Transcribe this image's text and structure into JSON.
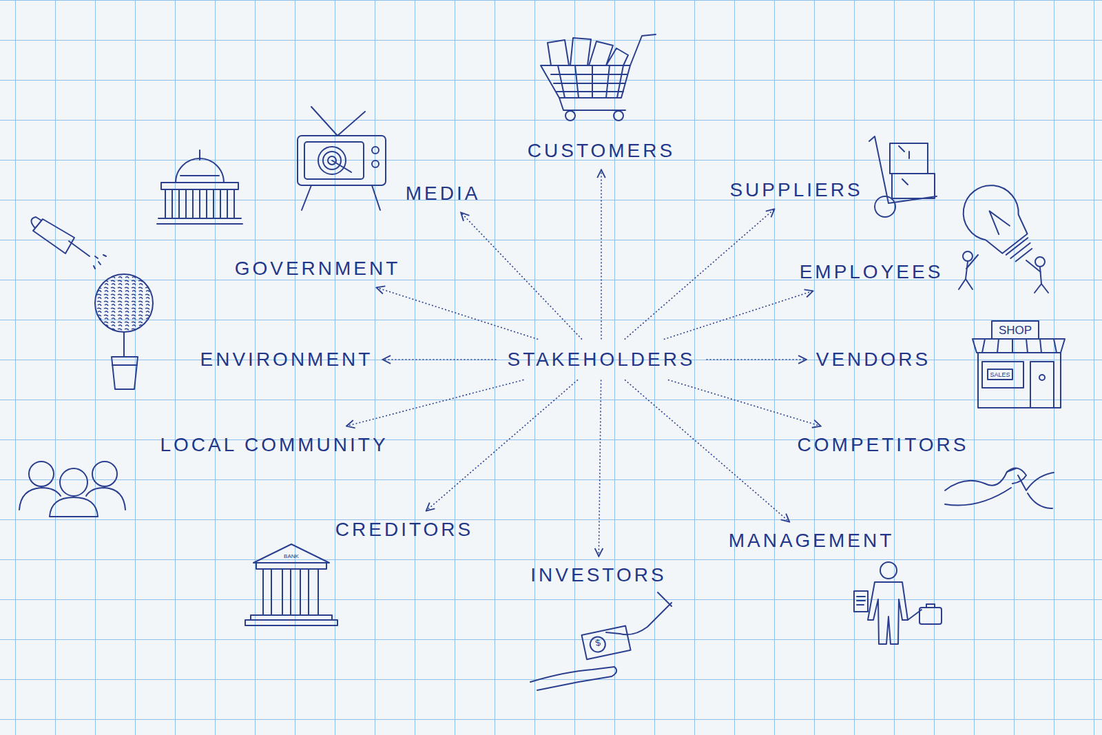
{
  "diagram": {
    "nodes": [
      {
        "text": [
          "CUSTOMERS"
        ]
      },
      {
        "text": [
          "MEDIA"
        ]
      },
      {
        "text": [
          "SUPPLIERS"
        ]
      },
      {
        "text": [
          "GOVERNMENT"
        ]
      },
      {
        "text": [
          "EMPLOYEES"
        ]
      },
      {
        "text": [
          "ENVIRONMENT"
        ]
      },
      {
        "text": [
          "STAKEHOLDERS"
        ]
      },
      {
        "text": [
          "VENDORS"
        ]
      },
      {
        "text": [
          "LOCAL COMMUNITY"
        ]
      },
      {
        "text": [
          "COMPETITORS"
        ]
      },
      {
        "text": [
          "CREDITORS"
        ]
      },
      {
        "text": [
          "MANAGEMENT"
        ]
      },
      {
        "text": [
          "INVESTORS"
        ]
      }
    ],
    "edges": [
      {
        "from": 6,
        "to": 0,
        "arrow": "to"
      },
      {
        "from": 6,
        "to": 1,
        "arrow": "to"
      },
      {
        "from": 6,
        "to": 2,
        "arrow": "to"
      },
      {
        "from": 6,
        "to": 3,
        "arrow": "to"
      },
      {
        "from": 6,
        "to": 4,
        "arrow": "to"
      },
      {
        "from": 6,
        "to": 5,
        "arrow": "to"
      },
      {
        "from": 6,
        "to": 7,
        "arrow": "to"
      },
      {
        "from": 6,
        "to": 8,
        "arrow": "to"
      },
      {
        "from": 6,
        "to": 9,
        "arrow": "to"
      },
      {
        "from": 6,
        "to": 10,
        "arrow": "to"
      },
      {
        "from": 6,
        "to": 11,
        "arrow": "to"
      },
      {
        "from": 6,
        "to": 12,
        "arrow": "to"
      }
    ],
    "labels": [
      "SHOP",
      "SALES",
      "BANK",
      "$"
    ]
  }
}
